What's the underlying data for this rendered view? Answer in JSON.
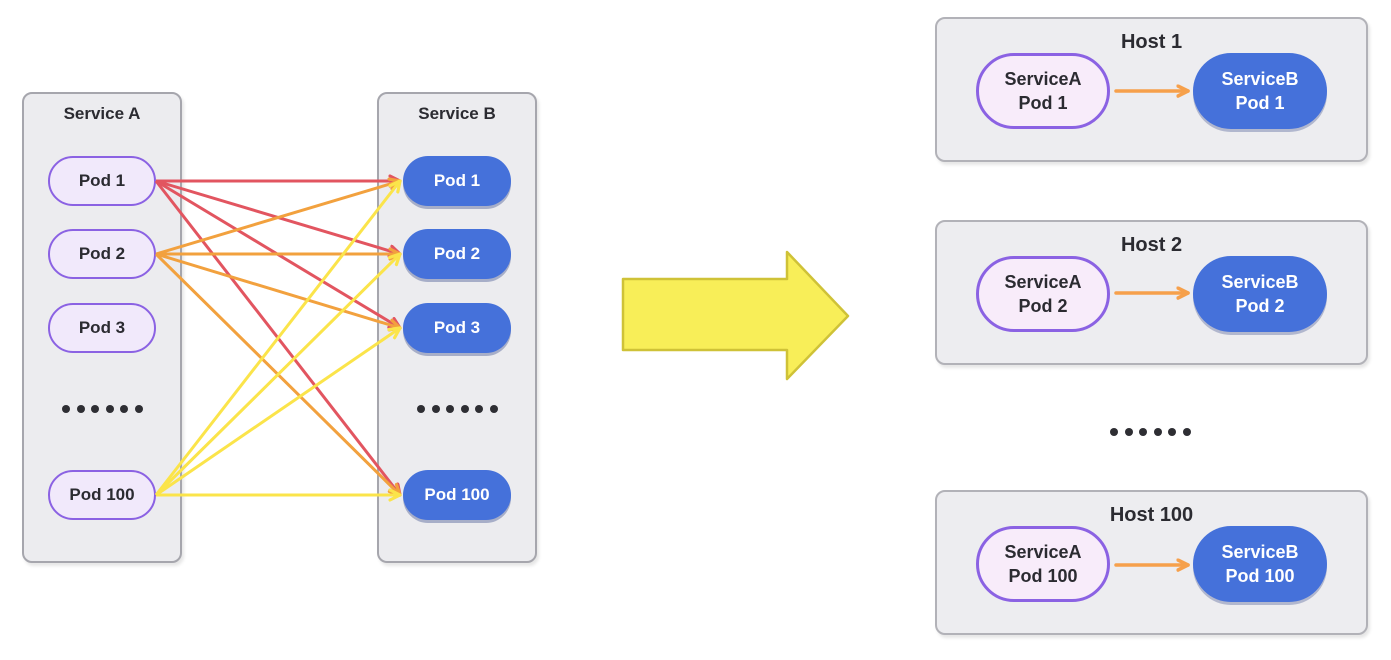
{
  "colors": {
    "red_arrow": "#e25560",
    "orange_arrow": "#f2a13e",
    "yellow_arrow": "#fbe44a",
    "host_arrow": "#f6a04b",
    "big_arrow_fill": "#f8ee58",
    "big_arrow_border": "#cfc237",
    "purple_border": "#8b62e3",
    "purple_fill": "#f1e9fb",
    "blue_fill": "#4571da",
    "panel_fill": "#ececef",
    "text_dark": "#2b2b31"
  },
  "left_diagram": {
    "service_a": {
      "title": "Service A",
      "pods": [
        "Pod 1",
        "Pod 2",
        "Pod 3",
        "Pod 100"
      ]
    },
    "service_b": {
      "title": "Service B",
      "pods": [
        "Pod 1",
        "Pod 2",
        "Pod 3",
        "Pod 100"
      ]
    },
    "ellipsis_dot_count": 6,
    "connections": [
      {
        "from": 0,
        "to": 0,
        "color": "red_arrow"
      },
      {
        "from": 0,
        "to": 1,
        "color": "red_arrow"
      },
      {
        "from": 0,
        "to": 2,
        "color": "red_arrow"
      },
      {
        "from": 0,
        "to": 3,
        "color": "red_arrow"
      },
      {
        "from": 1,
        "to": 0,
        "color": "orange_arrow"
      },
      {
        "from": 1,
        "to": 1,
        "color": "orange_arrow"
      },
      {
        "from": 1,
        "to": 2,
        "color": "orange_arrow"
      },
      {
        "from": 1,
        "to": 3,
        "color": "orange_arrow"
      },
      {
        "from": 3,
        "to": 0,
        "color": "yellow_arrow"
      },
      {
        "from": 3,
        "to": 1,
        "color": "yellow_arrow"
      },
      {
        "from": 3,
        "to": 2,
        "color": "yellow_arrow"
      },
      {
        "from": 3,
        "to": 3,
        "color": "yellow_arrow"
      }
    ]
  },
  "transform_arrow": {
    "direction": "right"
  },
  "hosts": {
    "ellipsis_dot_count": 6,
    "items": [
      {
        "title": "Host 1",
        "service_a": {
          "line1": "ServiceA",
          "line2": "Pod 1"
        },
        "service_b": {
          "line1": "ServiceB",
          "line2": "Pod 1"
        }
      },
      {
        "title": "Host 2",
        "service_a": {
          "line1": "ServiceA",
          "line2": "Pod 2"
        },
        "service_b": {
          "line1": "ServiceB",
          "line2": "Pod 2"
        }
      },
      {
        "title": "Host 100",
        "service_a": {
          "line1": "ServiceA",
          "line2": "Pod 100"
        },
        "service_b": {
          "line1": "ServiceB",
          "line2": "Pod 100"
        }
      }
    ]
  }
}
